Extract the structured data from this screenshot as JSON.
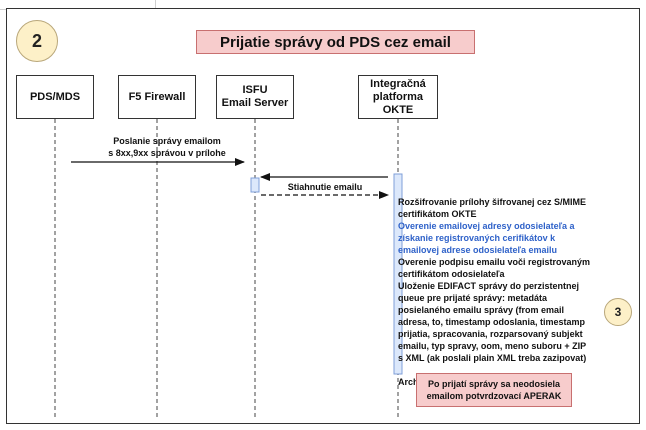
{
  "diagram": {
    "step_number": "2",
    "title": "Prijatie správy od PDS cez email",
    "actors": [
      {
        "id": "pds",
        "label": "PDS/MDS"
      },
      {
        "id": "firewall",
        "label": "F5 Firewall"
      },
      {
        "id": "isfu",
        "label": "ISFU\nEmail Server"
      },
      {
        "id": "okte",
        "label": "Integračná\nplatforma\nOKTE"
      }
    ],
    "messages": [
      {
        "from": "pds",
        "to": "isfu",
        "style": "solid",
        "label": "Poslanie správy emailom\ns 8xx,9xx správou v prílohe"
      },
      {
        "from": "okte",
        "to": "isfu",
        "style": "solid",
        "label": "Stiahnutie emailu"
      },
      {
        "from": "isfu",
        "to": "okte",
        "style": "dashed",
        "label": ""
      }
    ],
    "processing_steps": [
      {
        "text": "Rozšifrovanie prílohy šifrovanej cez S/MIME\ncertifikátom OKTE",
        "color": "#111111"
      },
      {
        "text": "Overenie emailovej adresy odosielateľa a\nzískanie registrovaných cerifikátov k\nemailovej adrese odosielateľa emailu",
        "color": "#2f62c9"
      },
      {
        "text": "Overenie podpisu emailu voči registrovaným\ncertifikátom odosielateľa",
        "color": "#111111"
      },
      {
        "text": "Uloženie EDIFACT správy do perzistentnej\nqueue pre prijaté správy: metadáta\nposielaného emailu správy (from email\nadresa, to, timestamp odoslania, timestamp\nprijatia, spracovania, rozparsovaný subjekt\nemailu, typ spravy, oom, meno suboru + ZIP\ns XML (ak poslali plain XML treba zazipovat)",
        "color": "#111111"
      },
      {
        "text": "Archivovanie/Logovanie celého emailu",
        "color": "#111111"
      }
    ],
    "side_marker": "3",
    "note": "Po prijatí správy sa neodosiela\nemailom potvrdzovací APERAK",
    "colors": {
      "title_fill": "#f7cccc",
      "marker_fill": "#fdf0c8",
      "activation_fill": "#dce8fb",
      "highlight_text": "#2f62c9"
    }
  }
}
